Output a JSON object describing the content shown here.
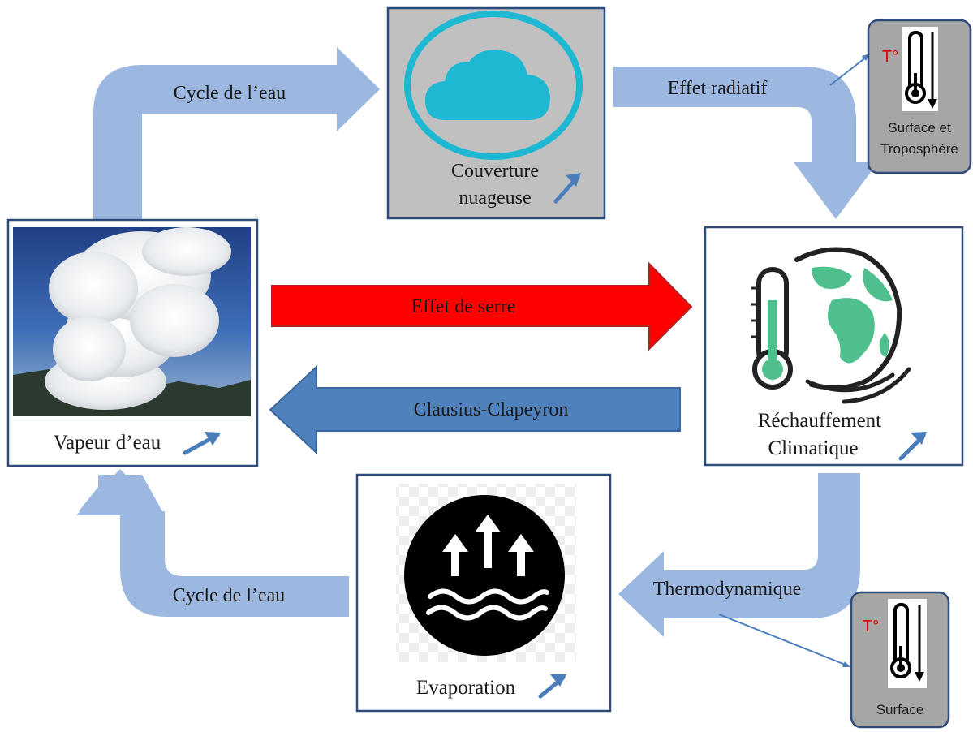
{
  "colors": {
    "flow_arrow": "#9db8e0",
    "greenhouse_arrow": "#ff0000",
    "clausius_arrow": "#4f81bd",
    "box_border": "#2f4b7c",
    "cloud": "#1fb8d3",
    "earth_green": "#4fbf8e",
    "thermo_box": "#a6a6a6",
    "thermo_red": "#e00000",
    "increase_arrow": "#4a7ebb"
  },
  "flows": {
    "water_cycle_top": "Cycle de l’eau",
    "radiative_effect": "Effet radiatif",
    "greenhouse_effect": "Effet de serre",
    "clausius_clapeyron": "Clausius-Clapeyron",
    "water_cycle_bottom": "Cycle de l’eau",
    "thermodynamic": "Thermodynamique"
  },
  "nodes": {
    "water_vapour": {
      "label": "Vapeur d’eau",
      "trend_icon": "up-right-arrow"
    },
    "cloud_cover": {
      "label_line1": "Couverture",
      "label_line2": "nuageuse",
      "icon": "cloud-icon",
      "trend_icon": "up-right-arrow"
    },
    "warming": {
      "label_line1": "Réchauffement",
      "label_line2": "Climatique",
      "icon": "thermometer-earth-icon",
      "trend_icon": "up-right-arrow"
    },
    "evaporation": {
      "label": "Evaporation",
      "icon": "evaporation-icon",
      "trend_icon": "up-right-arrow"
    }
  },
  "temperature_panels": {
    "surface_troposphere": {
      "symbol": "T°",
      "label_line1": "Surface et",
      "label_line2": "Troposphère",
      "trend": "down"
    },
    "surface": {
      "symbol": "T°",
      "label": "Surface",
      "trend": "down"
    }
  }
}
